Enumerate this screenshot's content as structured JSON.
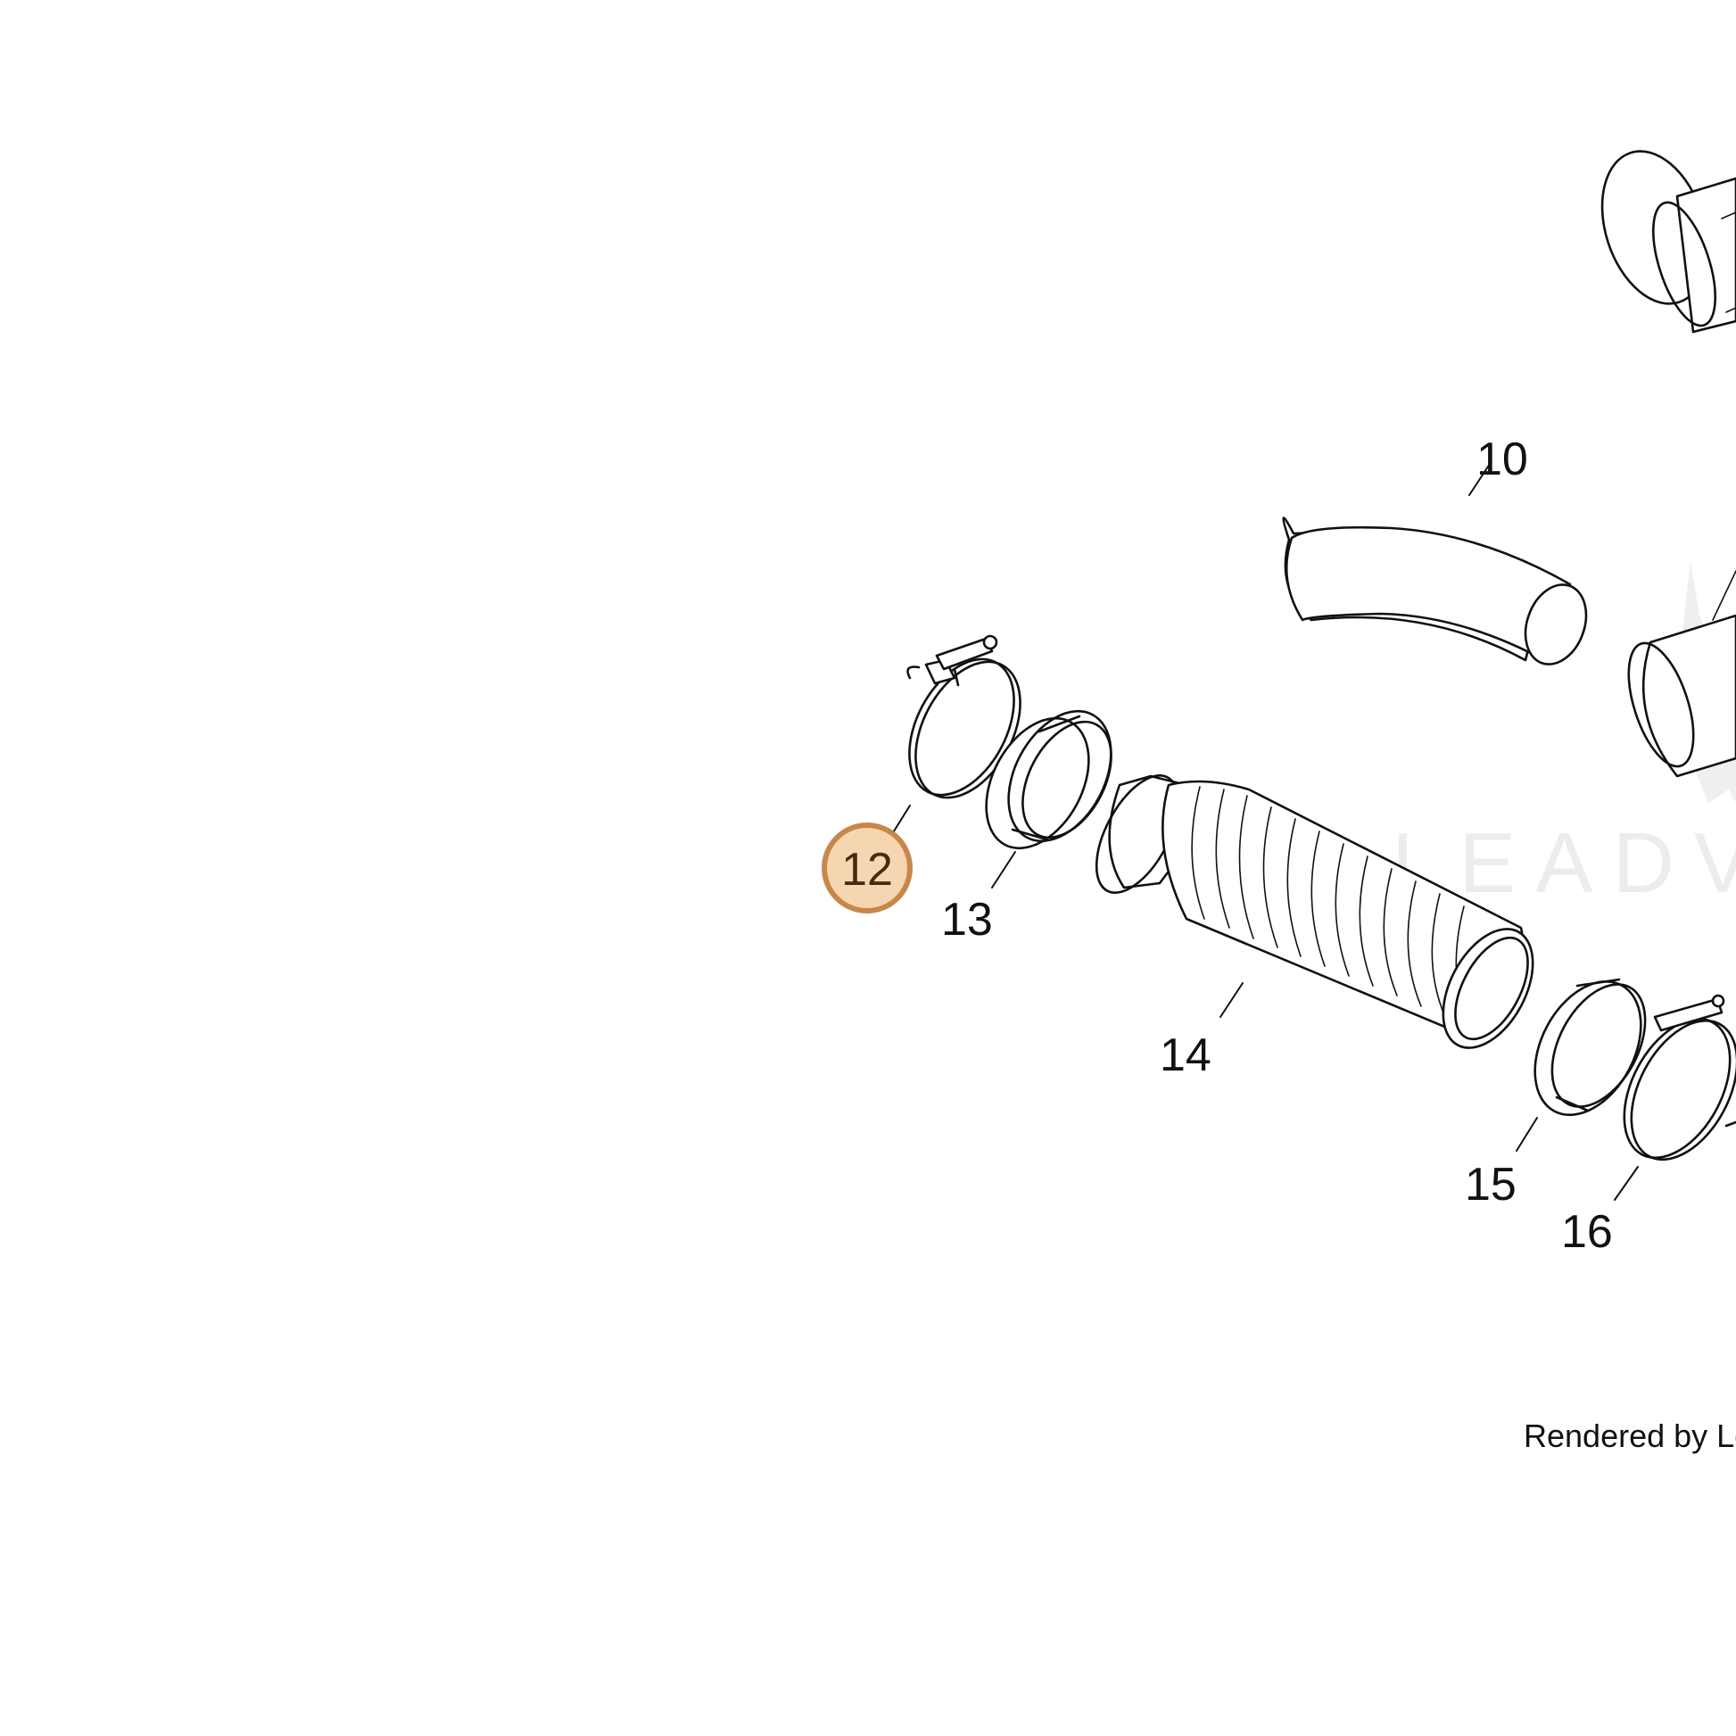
{
  "diagram": {
    "callouts": [
      {
        "id": "10",
        "label": "10",
        "highlighted": false
      },
      {
        "id": "12",
        "label": "12",
        "highlighted": true
      },
      {
        "id": "13",
        "label": "13",
        "highlighted": false
      },
      {
        "id": "14",
        "label": "14",
        "highlighted": false
      },
      {
        "id": "15",
        "label": "15",
        "highlighted": false
      },
      {
        "id": "16",
        "label": "16",
        "highlighted": false
      }
    ],
    "watermark": "LEADVE",
    "footer": "Rendered by Lead"
  },
  "colors": {
    "highlight_fill": "#f5d6b0",
    "highlight_stroke": "#c8874a",
    "watermark": "#ececec",
    "line": "#111111"
  }
}
